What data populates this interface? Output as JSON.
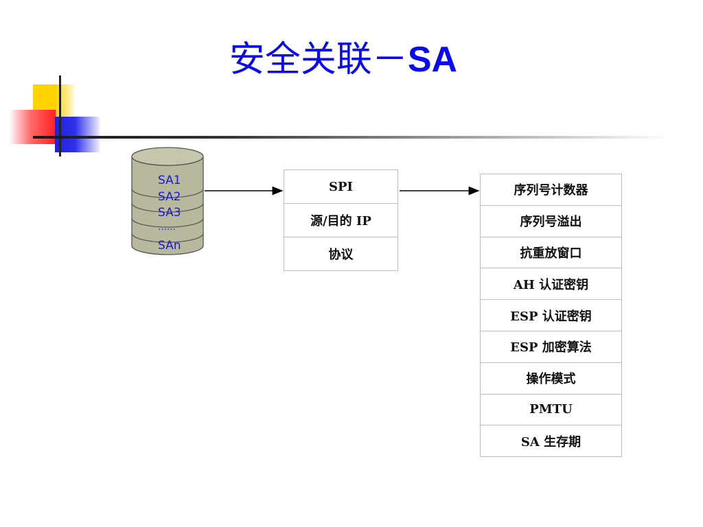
{
  "title": {
    "cn": "安全关联－",
    "latin": "SA"
  },
  "database": {
    "entries": [
      "SA1",
      "SA2",
      "SA3",
      "……",
      "SAn"
    ]
  },
  "selector_table": {
    "rows": [
      "SPI",
      "源/目的 IP",
      "协议"
    ]
  },
  "parameter_table": {
    "rows": [
      "序列号计数器",
      "序列号溢出",
      "抗重放窗口",
      "AH 认证密钥",
      "ESP 认证密钥",
      "ESP 加密算法",
      "操作模式",
      "PMTU",
      "SA 生存期"
    ]
  },
  "colors": {
    "title": "#0a0af0",
    "cylinder_fill": "#b8b89c",
    "cylinder_text": "#1a1ad0",
    "deco_yellow": "#ffd400",
    "deco_red": "#ff2020",
    "deco_blue": "#2020e0"
  }
}
